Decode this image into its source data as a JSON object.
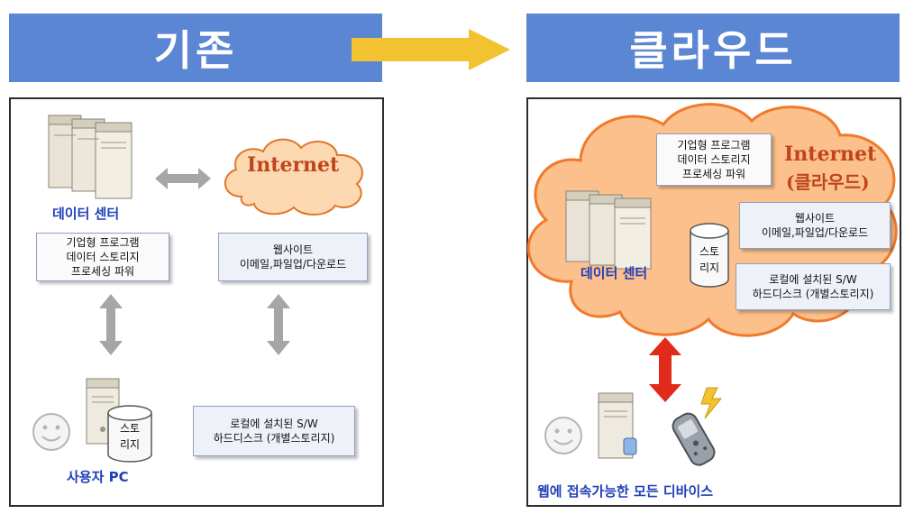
{
  "left": {
    "title": "기존",
    "internet": "Internet",
    "datacenter_label": "데이터 센터",
    "datacenter_box": [
      "기업형 프로그램",
      "데이터 스토리지",
      "프로세싱 파워"
    ],
    "web_box": [
      "웹사이트",
      "이메일,파일업/다운로드"
    ],
    "local_box": [
      "로컬에 설치된 S/W",
      "하드디스크 (개별스토리지)"
    ],
    "storage": [
      "스토",
      "리지"
    ],
    "user_label": "사용자 PC"
  },
  "right": {
    "title": "클라우드",
    "internet": "Internet",
    "internet_sub": "(클라우드)",
    "box1": [
      "기업형 프로그램",
      "데이터 스토리지",
      "프로세싱 파워"
    ],
    "box2": [
      "웹사이트",
      "이메일,파일업/다운로드"
    ],
    "box3": [
      "로컬에 설치된 S/W",
      "하드디스크 (개별스토리지)"
    ],
    "storage": [
      "스토",
      "리지"
    ],
    "datacenter_label": "데이터 센터",
    "devices_label": "웹에 접속가능한 모든 디바이스"
  },
  "colors": {
    "header": "#5b86d3",
    "arrow_yellow": "#f2c230",
    "cloud_fill": "#fbc08c",
    "cloud_stroke": "#f07a2a",
    "red_arrow": "#e02a1a",
    "gray_arrow": "#a6a6a6",
    "label_blue": "#1f3fb8"
  }
}
